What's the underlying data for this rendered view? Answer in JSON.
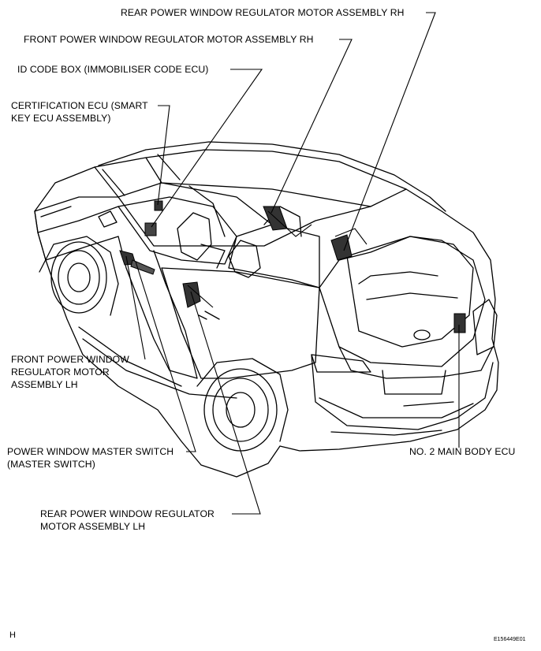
{
  "labels": {
    "rear_rh": "REAR POWER WINDOW REGULATOR MOTOR ASSEMBLY RH",
    "front_rh": "FRONT POWER WINDOW REGULATOR MOTOR ASSEMBLY RH",
    "id_code_box": "ID CODE BOX (IMMOBILISER CODE ECU)",
    "cert_ecu_1": "CERTIFICATION ECU (SMART",
    "cert_ecu_2": "KEY ECU ASSEMBLY)",
    "front_lh_1": "FRONT POWER WINDOW",
    "front_lh_2": "REGULATOR MOTOR",
    "front_lh_3": "ASSEMBLY LH",
    "master_1": "POWER WINDOW MASTER SWITCH",
    "master_2": "(MASTER SWITCH)",
    "rear_lh_1": "REAR POWER WINDOW REGULATOR",
    "rear_lh_2": "MOTOR ASSEMBLY LH",
    "no2_main": "NO. 2 MAIN BODY ECU"
  },
  "footer": {
    "left_code": "H",
    "figure_id": "E156449E01"
  }
}
